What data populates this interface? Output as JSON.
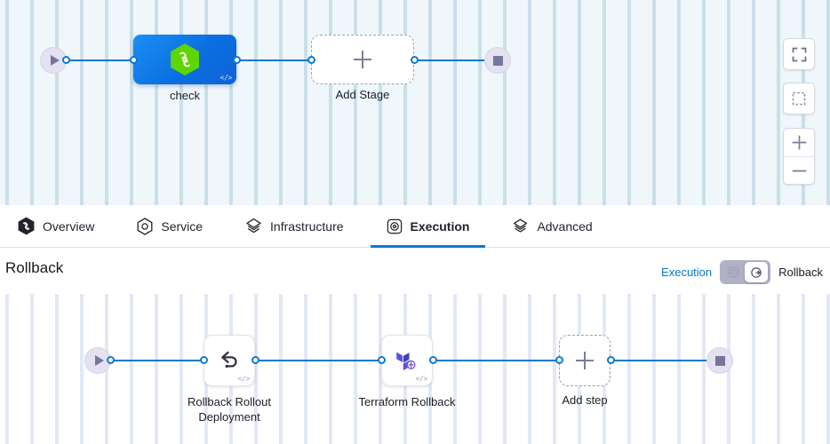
{
  "top_canvas": {
    "name": "stage-pipeline-canvas",
    "start_node": {
      "icon": "play-icon",
      "label": ""
    },
    "end_node": {
      "icon": "stop-square-icon",
      "label": ""
    },
    "stages": [
      {
        "id": "check",
        "label": "check",
        "type": "custom-stage",
        "icon": "harness-hexagon-icon",
        "badge": "</>"
      },
      {
        "id": "add-stage",
        "label": "Add Stage",
        "type": "add",
        "icon": "plus-icon"
      }
    ],
    "controls": [
      {
        "id": "fit-to-screen",
        "icon": "expand-corners-icon",
        "label": ""
      },
      {
        "id": "selection-mode",
        "icon": "dashed-square-icon",
        "label": ""
      },
      {
        "id": "zoom-in",
        "icon": "plus-icon",
        "label": ""
      },
      {
        "id": "zoom-out",
        "icon": "minus-icon",
        "label": ""
      }
    ]
  },
  "tabs": [
    {
      "id": "overview",
      "label": "Overview",
      "icon": "harness-hexagon-filled-icon",
      "active": false
    },
    {
      "id": "service",
      "label": "Service",
      "icon": "service-hexagon-icon",
      "active": false
    },
    {
      "id": "infrastructure",
      "label": "Infrastructure",
      "icon": "layers-icon",
      "active": false
    },
    {
      "id": "execution",
      "label": "Execution",
      "icon": "execution-icon",
      "active": true
    },
    {
      "id": "advanced",
      "label": "Advanced",
      "icon": "advanced-layers-icon",
      "active": false
    }
  ],
  "rollback_header": {
    "title": "Rollback",
    "toggle": {
      "left_label": "Execution",
      "right_label": "Rollback",
      "selected": "Rollback",
      "left_icon": "execution-icon",
      "right_icon": "rollback-arrow-icon"
    }
  },
  "bottom_canvas": {
    "name": "rollback-step-canvas",
    "start_node": {
      "icon": "play-icon"
    },
    "end_node": {
      "icon": "stop-square-icon"
    },
    "steps": [
      {
        "id": "rollback-rollout-deployment",
        "label": "Rollback Rollout Deployment",
        "icon": "undo-arrow-icon",
        "badge": "</>"
      },
      {
        "id": "terraform-rollback",
        "label": "Terraform Rollback",
        "icon": "terraform-icon",
        "badge": "</>"
      },
      {
        "id": "add-step",
        "label": "Add step",
        "icon": "plus-icon"
      }
    ]
  },
  "colors": {
    "edge": "#0b7ad3",
    "accent_blue": "#0278d5",
    "stage_blue": "#0a6fe0",
    "terraform_purple": "#5c4ee5",
    "harness_green": "#5ed401",
    "canvas_top_bg": "#eff7fb",
    "canvas_bottom_bg": "#ffffff",
    "terminal_bg": "#e4e2f1"
  }
}
